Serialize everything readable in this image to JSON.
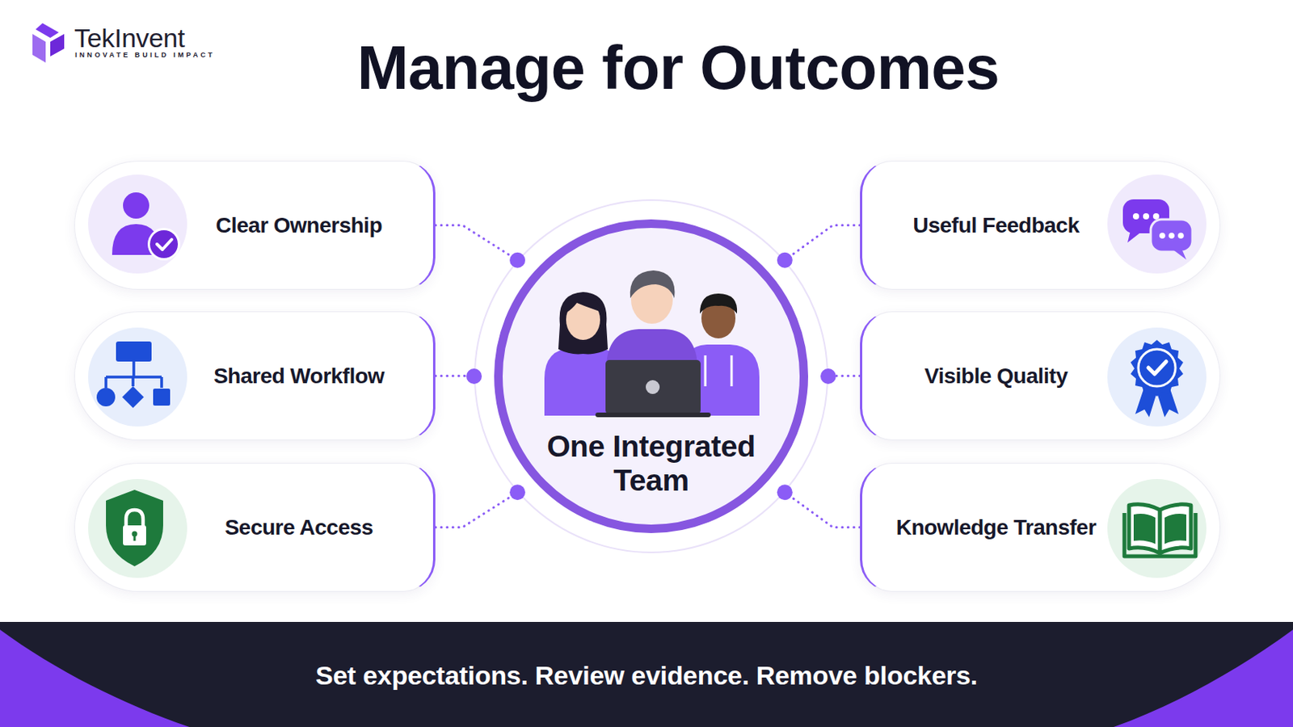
{
  "diagram": {
    "title": "Manage for Outcomes",
    "caption": "Set expectations. Review evidence. Remove blockers.",
    "nodes": [
      {
        "text": [
          "Clear Ownership"
        ]
      },
      {
        "text": [
          "Shared Workflow"
        ]
      },
      {
        "text": [
          "Secure Access"
        ]
      },
      {
        "text": [
          "One Integrated Team"
        ]
      },
      {
        "text": [
          "Useful Feedback"
        ]
      },
      {
        "text": [
          "Visible Quality"
        ]
      },
      {
        "text": [
          "Knowledge Transfer"
        ]
      }
    ],
    "edges": [
      {
        "from": 0,
        "to": 3,
        "arrow": "none"
      },
      {
        "from": 1,
        "to": 3,
        "arrow": "none"
      },
      {
        "from": 2,
        "to": 3,
        "arrow": "none"
      },
      {
        "from": 4,
        "to": 3,
        "arrow": "none"
      },
      {
        "from": 5,
        "to": 3,
        "arrow": "none"
      },
      {
        "from": 6,
        "to": 3,
        "arrow": "none"
      }
    ],
    "labels": [
      "TekInvent",
      "INNOVATE BUILD IMPACT"
    ]
  }
}
